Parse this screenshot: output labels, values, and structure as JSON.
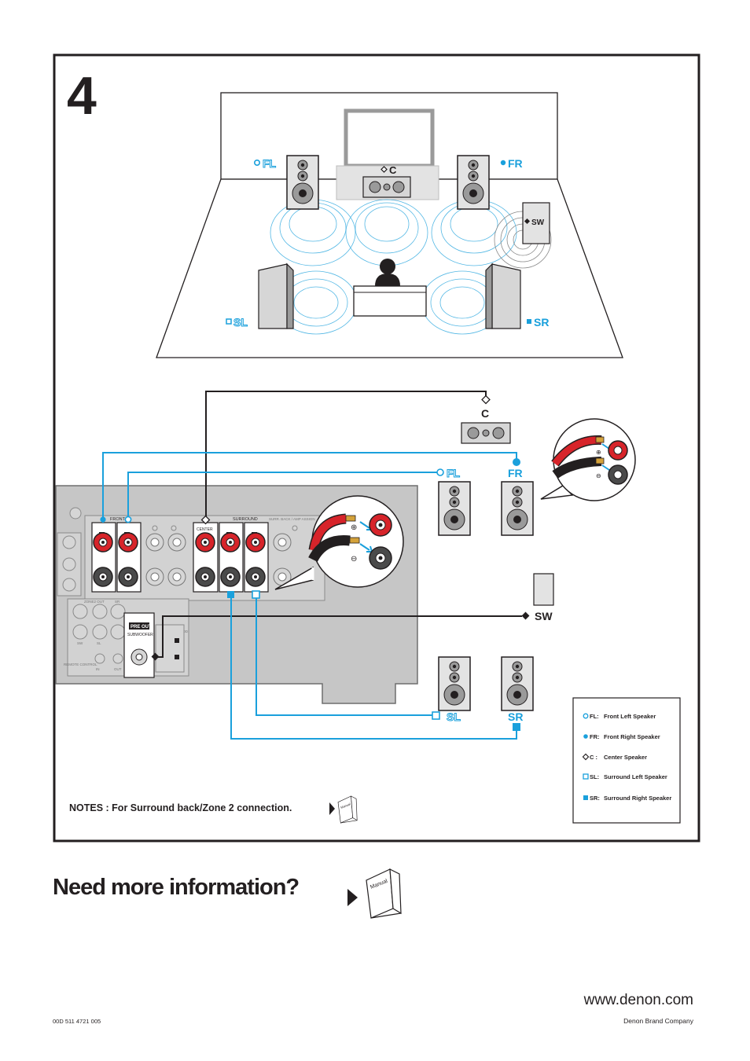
{
  "step_number": "4",
  "room": {
    "labels": {
      "fl": "FL",
      "fr": "FR",
      "c": "C",
      "sw": "SW",
      "sl": "SL",
      "sr": "SR"
    }
  },
  "wiring": {
    "labels": {
      "c": "C",
      "fl": "FL",
      "fr": "FR",
      "sw": "SW",
      "sl": "SL",
      "sr": "SR"
    },
    "receiver": {
      "front": "FRONT",
      "surround": "SURROUND",
      "surr_back": "SURR. BACK / AMP ASSIGN",
      "center": "CENTER",
      "r": "R",
      "l": "L",
      "pre_out": "PRE OUT",
      "subwoofer": "SUBWOOFER",
      "dock": "DOCK FOR IPOD",
      "remote": "REMOTE CONTROL",
      "zone2": "ZONE2 OUT",
      "sw_small": "SW",
      "sl_small": "SL",
      "sr_small": "SR",
      "in": "IN",
      "out": "OUT"
    },
    "plus": "⊕",
    "minus": "⊖"
  },
  "legend": [
    {
      "code": "FL:",
      "text": "Front Left Speaker",
      "symbol": "circle-open"
    },
    {
      "code": "FR:",
      "text": "Front Right Speaker",
      "symbol": "circle-filled"
    },
    {
      "code": "C :",
      "text": "Center Speaker",
      "symbol": "diamond-open"
    },
    {
      "code": "SL:",
      "text": "Surround Left Speaker",
      "symbol": "square-open"
    },
    {
      "code": "SR:",
      "text": "Surround Right Speaker",
      "symbol": "square-filled"
    }
  ],
  "notes": "NOTES : For Surround back/Zone 2 connection.",
  "manual_label": "Manual",
  "need_more": "Need more information?",
  "website": "www.denon.com",
  "code": "00D 511 4721 005",
  "company": "Denon Brand Company",
  "colors": {
    "accent": "#1aa0dc",
    "red": "#d7242a",
    "gray": "#c8c8c8",
    "dark": "#231f20"
  }
}
